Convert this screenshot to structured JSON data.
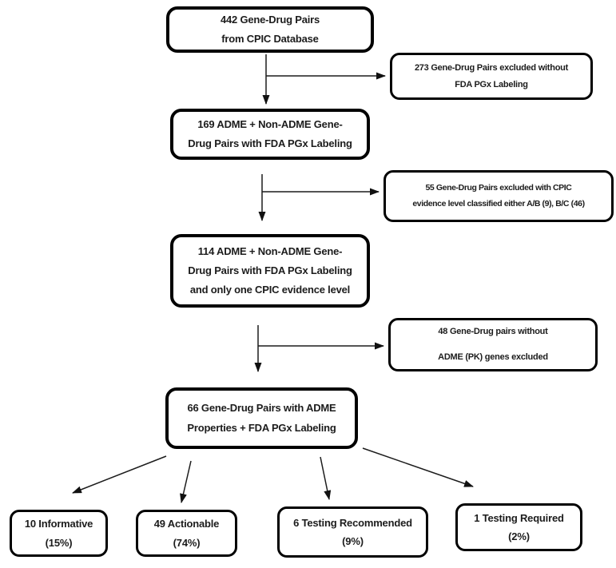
{
  "colors": {
    "background": "#ffffff",
    "box_border": "#000000",
    "text": "#1c1c1c",
    "connector": "#1c1c1c"
  },
  "flow": {
    "main": [
      {
        "id": "cpic-database",
        "lines": [
          "442 Gene-Drug Pairs",
          "from CPIC Database"
        ]
      },
      {
        "id": "fda-pgx-labeling",
        "lines": [
          "169 ADME + Non-ADME Gene-",
          "Drug Pairs with FDA PGx Labeling"
        ]
      },
      {
        "id": "one-cpic-evidence-level",
        "lines": [
          "114 ADME + Non-ADME Gene-",
          "Drug Pairs with FDA PGx Labeling",
          "and only one CPIC evidence level"
        ]
      },
      {
        "id": "adme-properties",
        "lines": [
          "66 Gene-Drug Pairs with ADME",
          "Properties + FDA PGx Labeling"
        ]
      }
    ],
    "exclusions": [
      {
        "id": "no-fda-pgx-labeling",
        "lines": [
          "273 Gene-Drug Pairs excluded without",
          "FDA PGx Labeling"
        ]
      },
      {
        "id": "multiple-evidence-levels",
        "lines": [
          "55 Gene-Drug Pairs excluded with CPIC",
          "evidence level classified either A/B (9), B/C (46)"
        ]
      },
      {
        "id": "non-adme-genes",
        "lines": [
          "48 Gene-Drug pairs without",
          "ADME (PK) genes excluded"
        ]
      }
    ],
    "outcomes": [
      {
        "id": "informative",
        "lines": [
          "10 Informative",
          "(15%)"
        ]
      },
      {
        "id": "actionable",
        "lines": [
          "49 Actionable",
          "(74%)"
        ]
      },
      {
        "id": "testing-recommended",
        "lines": [
          "6 Testing Recommended",
          "(9%)"
        ]
      },
      {
        "id": "testing-required",
        "lines": [
          "1 Testing Required",
          "(2%)"
        ]
      }
    ]
  }
}
